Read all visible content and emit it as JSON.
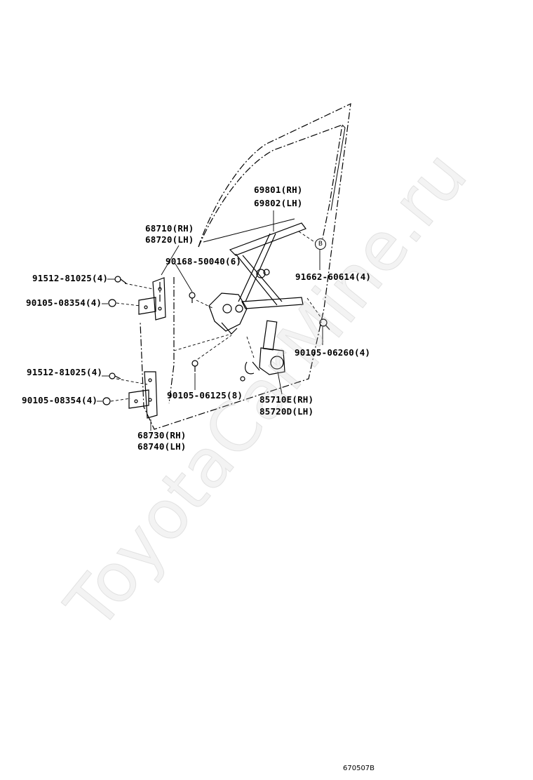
{
  "watermark": "ToyotaCarMine.ru",
  "figure_id": "670507B",
  "callout": "B",
  "labels": {
    "glass_channel_rh": "68710(RH)",
    "glass_channel_lh": "68720(LH)",
    "regulator_rh": "69801(RH)",
    "regulator_lh": "69802(LH)",
    "screw_regulator": "90168-50040(6)",
    "bolt_upper_hinge": "91512-81025(4)",
    "nut_upper_hinge": "90105-08354(4)",
    "clip": "91662-60614(4)",
    "bolt_06260": "90105-06260(4)",
    "bolt_lower_hinge": "91512-81025(4)",
    "nut_lower_hinge": "90105-08354(4)",
    "bolt_06125": "90105-06125(8)",
    "motor_rh": "85710E(RH)",
    "motor_lh": "85720D(LH)",
    "hinge_rh": "68730(RH)",
    "hinge_lh": "68740(LH)"
  },
  "colors": {
    "line": "#000000",
    "background": "#ffffff",
    "watermark": "#c8c8c8"
  }
}
